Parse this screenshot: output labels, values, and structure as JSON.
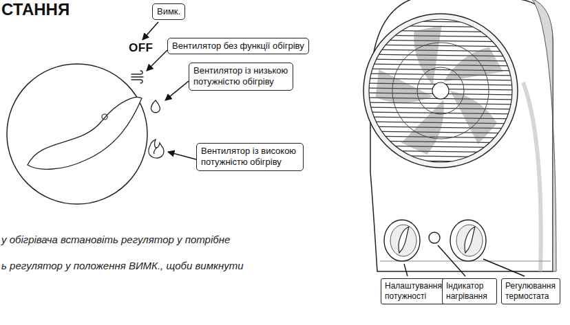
{
  "diagram": {
    "title": "СТАННЯ",
    "nodes": [
      {
        "text": [
          "Вимк."
        ]
      },
      {
        "text": [
          "Вентилятор без функції обігріву"
        ]
      },
      {
        "text": [
          "Вентилятор із низькою потужністю обігріву"
        ]
      },
      {
        "text": [
          "Вентилятор із високою потужністю обігріву"
        ]
      },
      {
        "text": [
          "Налаштування потужності"
        ]
      },
      {
        "text": [
          "Індикатор нагрівання"
        ]
      },
      {
        "text": [
          "Регулювання термостата"
        ]
      }
    ],
    "labels": [
      "OFF",
      "у обігрівача встановіть регулятор у потрібне",
      "ь регулятор у положення ВИМК., щоби вимкнути"
    ]
  }
}
